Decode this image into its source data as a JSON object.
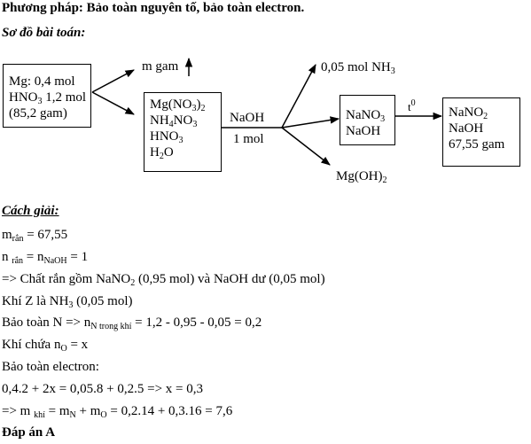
{
  "header": {
    "method": "Phương pháp: Bảo toàn nguyên tố, bảo toàn electron.",
    "diagram_heading": "Sơ đồ bài toán:"
  },
  "diagram": {
    "reactants": {
      "l1": "Mg: 0,4 mol",
      "l2a": "HNO",
      "l2b": "3",
      "l2c": " 1,2 mol",
      "l3": "(85,2 gam)"
    },
    "gas": "m gam",
    "solution": {
      "l1a": "Mg(NO",
      "l1b": "3",
      "l1c": ")",
      "l1d": "2",
      "l2a": "NH",
      "l2b": "4",
      "l2c": "NO",
      "l2d": "3",
      "l3a": "HNO",
      "l3b": "3",
      "l4a": "H",
      "l4b": "2",
      "l4c": "O"
    },
    "reagent": {
      "name": "NaOH",
      "amount": "1 mol"
    },
    "ammonia": {
      "a": "0,05 mol NH",
      "b": "3"
    },
    "precipitate": {
      "a": "Mg(OH)",
      "b": "2"
    },
    "filtrate": {
      "l1a": "NaNO",
      "l1b": "3",
      "l2": "NaOH"
    },
    "heat": {
      "a": "t",
      "b": "0"
    },
    "solid": {
      "l1a": "NaNO",
      "l1b": "2",
      "l2": "NaOH",
      "l3": "67,55 gam"
    }
  },
  "solution_steps": {
    "heading": "Cách giải:",
    "s1": {
      "a": "m",
      "b": "rắn",
      "c": " = 67,55"
    },
    "s2": {
      "a": "n ",
      "b": "rắn",
      "c": " = n",
      "d": "NaOH",
      "e": " = 1"
    },
    "s3": {
      "a": "=> Chất rắn gồm NaNO",
      "b": "2",
      "c": " (0,95 mol) và NaOH dư (0,05 mol)"
    },
    "s4": {
      "a": "Khí Z là NH",
      "b": "3",
      "c": " (0,05 mol)"
    },
    "s5": {
      "a": "Bảo toàn N => n",
      "b": "N trong khí",
      "c": " = 1,2 - 0,95 - 0,05 = 0,2"
    },
    "s6": {
      "a": "Khí chứa n",
      "b": "O",
      "c": " = x"
    },
    "s7": "Bảo toàn electron:",
    "s8": "0,4.2 + 2x = 0,05.8 + 0,2.5 => x = 0,3",
    "s9": {
      "a": "=> m ",
      "b": "khí",
      "c": " = m",
      "d": "N",
      "e": " + m",
      "f": "O",
      "g": " = 0,2.14 + 0,3.16 = 7,6"
    },
    "answer": "Đáp án A"
  }
}
